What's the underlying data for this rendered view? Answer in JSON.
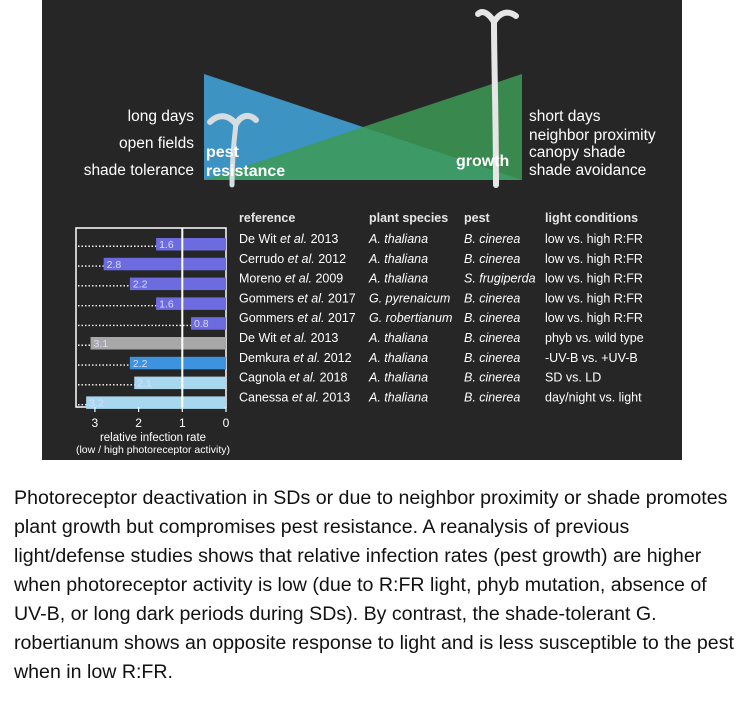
{
  "top": {
    "left_conditions": [
      "long days",
      "open fields",
      "shade tolerance"
    ],
    "right_conditions": [
      "short days",
      "neighbor proximity",
      "canopy shade",
      "shade avoidance"
    ],
    "pest_label": [
      "pest",
      "resistance"
    ],
    "growth_label": "growth",
    "colors": {
      "blue": "#3d93c2",
      "green": "#3d9a56",
      "figure_bg": "#262626"
    }
  },
  "table": {
    "headers": {
      "reference": "reference",
      "plant_species": "plant species",
      "pest": "pest",
      "light_conditions": "light conditions"
    },
    "rows": [
      {
        "ref_author": "De Wit ",
        "ref_etal": "et al.",
        "ref_year": " 2013",
        "species": "A. thaliana",
        "pest": "B. cinerea",
        "light": "low vs. high R:FR"
      },
      {
        "ref_author": "Cerrudo ",
        "ref_etal": "et al.",
        "ref_year": " 2012",
        "species": "A. thaliana",
        "pest": "B. cinerea",
        "light": "low vs. high R:FR"
      },
      {
        "ref_author": "Moreno ",
        "ref_etal": "et al.",
        "ref_year": " 2009",
        "species": "A. thaliana",
        "pest": "S. frugiperda",
        "light": "low vs. high R:FR"
      },
      {
        "ref_author": "Gommers ",
        "ref_etal": "et al.",
        "ref_year": " 2017",
        "species": "G. pyrenaicum",
        "pest": "B. cinerea",
        "light": "low vs. high R:FR"
      },
      {
        "ref_author": "Gommers ",
        "ref_etal": "et al.",
        "ref_year": " 2017",
        "species": "G. robertianum",
        "pest": "B. cinerea",
        "light": "low vs. high R:FR"
      },
      {
        "ref_author": "De Wit ",
        "ref_etal": "et al.",
        "ref_year": " 2013",
        "species": "A. thaliana",
        "pest": "B. cinerea",
        "light": "phyb vs. wild type"
      },
      {
        "ref_author": "Demkura ",
        "ref_etal": "et al.",
        "ref_year": " 2012",
        "species": "A. thaliana",
        "pest": "B. cinerea",
        "light": "-UV-B vs. +UV-B"
      },
      {
        "ref_author": "Cagnola ",
        "ref_etal": "et al.",
        "ref_year": " 2018",
        "species": "A. thaliana",
        "pest": "B. cinerea",
        "light": "SD vs. LD"
      },
      {
        "ref_author": "Canessa ",
        "ref_etal": "et al.",
        "ref_year": " 2013",
        "species": "A. thaliana",
        "pest": "B. cinerea",
        "light": "day/night vs. light"
      }
    ]
  },
  "chart_data": {
    "type": "bar",
    "orientation": "horizontal",
    "values": [
      1.6,
      2.8,
      2.2,
      1.6,
      0.8,
      3.1,
      2.2,
      2.1,
      3.2
    ],
    "value_labels": [
      "1.6",
      "2.8",
      "2.2",
      "1.6",
      "0.8",
      "3.1",
      "2.2",
      "2.1",
      "3.2"
    ],
    "bar_colors": [
      "#6c6ce0",
      "#6c6ce0",
      "#6c6ce0",
      "#6c6ce0",
      "#6c6ce0",
      "#a8a8a8",
      "#3d93e0",
      "#a8d8f0",
      "#a8d8f0"
    ],
    "x_ticks": [
      "3",
      "2",
      "1",
      "0"
    ],
    "xlim": [
      0,
      3.3
    ],
    "x_reversed": true,
    "reference_line": 1,
    "xlabel": "relative infection rate",
    "xlabel_sub": "(low / high photoreceptor activity)"
  },
  "caption": "Photoreceptor deactivation in SDs or due to neighbor proximity or shade promotes plant growth but compromises pest resistance. A reanalysis of previous light/defense studies shows that relative infection rates (pest growth) are higher when photoreceptor activity is low (due to R:FR light, phyb mutation, absence of UV-B, or long dark periods during SDs). By contrast, the shade-tolerant G. robertianum shows an opposite response to light and is less susceptible to the pest when in low R:FR."
}
